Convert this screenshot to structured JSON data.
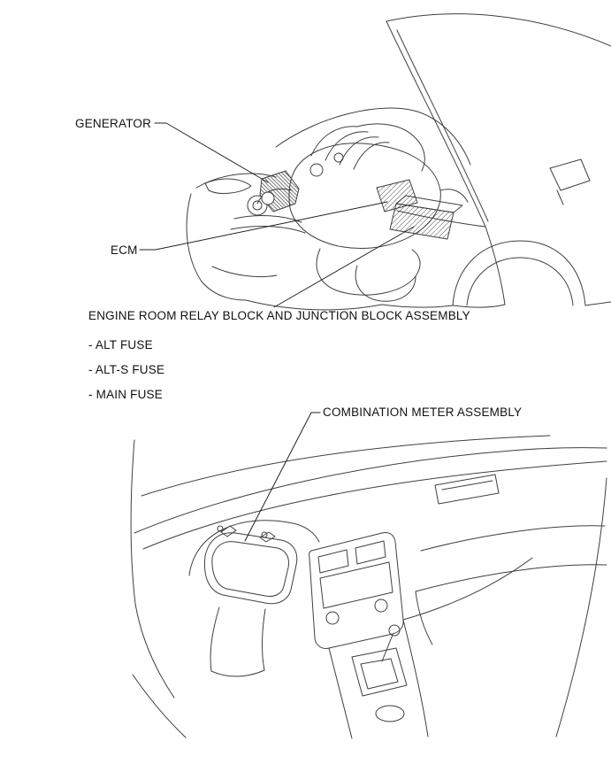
{
  "page": {
    "background": "#ffffff",
    "line_color": "#3f3f3f",
    "text_color": "#111111"
  },
  "labels": {
    "generator": "GENERATOR",
    "ecm": "ECM",
    "relay_block": "ENGINE ROOM RELAY BLOCK AND JUNCTION BLOCK ASSEMBLY",
    "fuses": [
      "- ALT FUSE",
      "- ALT-S FUSE",
      "- MAIN FUSE"
    ],
    "combination_meter": "COMBINATION METER ASSEMBLY"
  },
  "illustrations": {
    "top": "engine-compartment-component-location-view",
    "bottom": "instrument-panel-component-location-view"
  }
}
